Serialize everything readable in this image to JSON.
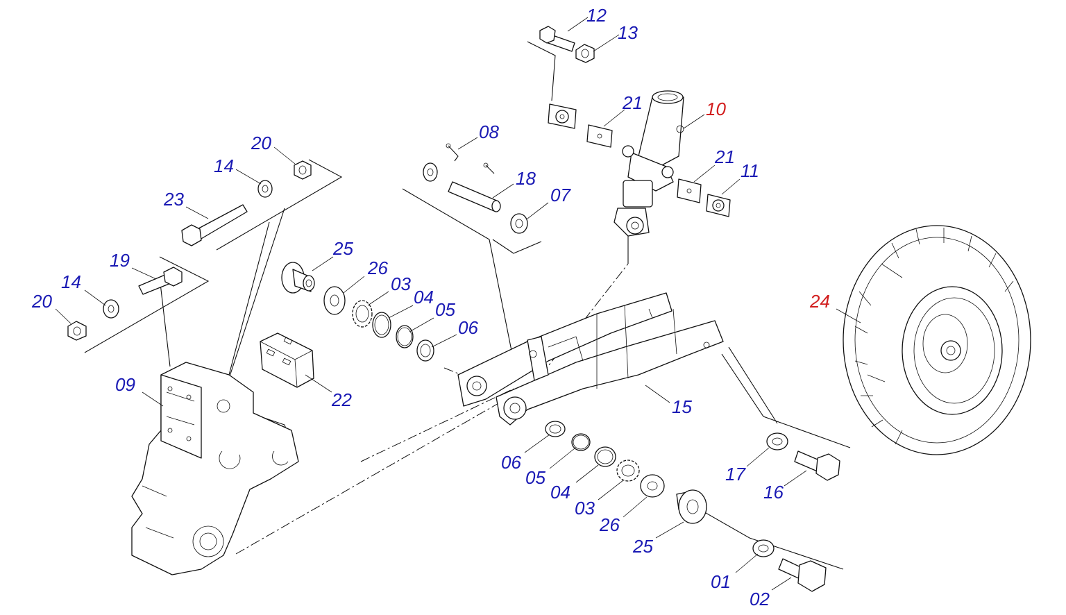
{
  "colors": {
    "label_default": "#1a1ab4",
    "label_highlight": "#d21e1e",
    "linework": "#111111"
  },
  "labels": [
    {
      "id": "p12",
      "text": "12",
      "highlight": false
    },
    {
      "id": "p13",
      "text": "13",
      "highlight": false
    },
    {
      "id": "p21a",
      "text": "21",
      "highlight": false
    },
    {
      "id": "p10",
      "text": "10",
      "highlight": true
    },
    {
      "id": "p21b",
      "text": "21",
      "highlight": false
    },
    {
      "id": "p11",
      "text": "11",
      "highlight": false
    },
    {
      "id": "p08",
      "text": "08",
      "highlight": false
    },
    {
      "id": "p18",
      "text": "18",
      "highlight": false
    },
    {
      "id": "p07",
      "text": "07",
      "highlight": false
    },
    {
      "id": "p20a",
      "text": "20",
      "highlight": false
    },
    {
      "id": "p14a",
      "text": "14",
      "highlight": false
    },
    {
      "id": "p23",
      "text": "23",
      "highlight": false
    },
    {
      "id": "p25a",
      "text": "25",
      "highlight": false
    },
    {
      "id": "p26a",
      "text": "26",
      "highlight": false
    },
    {
      "id": "p03a",
      "text": "03",
      "highlight": false
    },
    {
      "id": "p04a",
      "text": "04",
      "highlight": false
    },
    {
      "id": "p05a",
      "text": "05",
      "highlight": false
    },
    {
      "id": "p06a",
      "text": "06",
      "highlight": false
    },
    {
      "id": "p19",
      "text": "19",
      "highlight": false
    },
    {
      "id": "p14b",
      "text": "14",
      "highlight": false
    },
    {
      "id": "p20b",
      "text": "20",
      "highlight": false
    },
    {
      "id": "p09",
      "text": "09",
      "highlight": false
    },
    {
      "id": "p22",
      "text": "22",
      "highlight": false
    },
    {
      "id": "p15",
      "text": "15",
      "highlight": false
    },
    {
      "id": "p24",
      "text": "24",
      "highlight": true
    },
    {
      "id": "p06b",
      "text": "06",
      "highlight": false
    },
    {
      "id": "p05b",
      "text": "05",
      "highlight": false
    },
    {
      "id": "p04b",
      "text": "04",
      "highlight": false
    },
    {
      "id": "p03b",
      "text": "03",
      "highlight": false
    },
    {
      "id": "p26b",
      "text": "26",
      "highlight": false
    },
    {
      "id": "p25b",
      "text": "25",
      "highlight": false
    },
    {
      "id": "p17",
      "text": "17",
      "highlight": false
    },
    {
      "id": "p16",
      "text": "16",
      "highlight": false
    },
    {
      "id": "p01",
      "text": "01",
      "highlight": false
    },
    {
      "id": "p02",
      "text": "02",
      "highlight": false
    }
  ]
}
